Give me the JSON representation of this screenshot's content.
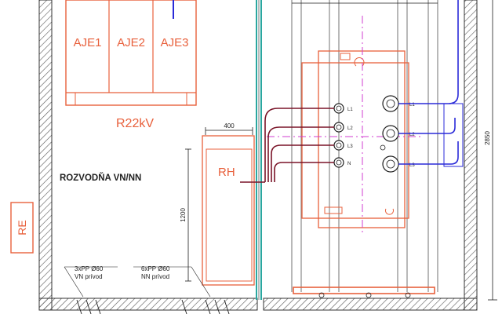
{
  "colors": {
    "orange": "#e8603c",
    "black": "#1e1e1e",
    "teal": "#2aa7a0",
    "blue": "#2a2ad8",
    "magenta": "#d23cd2",
    "maroon": "#7a1428",
    "hatch": "#555555",
    "gray": "#8a8a8a"
  },
  "panels": {
    "bay_labels": [
      "AJE1",
      "AJE2",
      "AJE3"
    ],
    "group_label": "R22kV"
  },
  "room_label": "ROZVODŇA VN/NN",
  "re_label": "RE",
  "rh": {
    "label": "RH",
    "dim_width": "400",
    "dim_height": "1200"
  },
  "right_dimension": "2850",
  "cable_notes": [
    {
      "line1": "3xPP Ø60",
      "line2": "VN prívod"
    },
    {
      "line1": "6xPP Ø60",
      "line2": "NN prívod"
    }
  ],
  "terminals": {
    "left_tags": [
      "L1",
      "L2",
      "L3",
      "N"
    ],
    "right_tags": [
      "L1",
      "L2",
      "L3"
    ]
  }
}
